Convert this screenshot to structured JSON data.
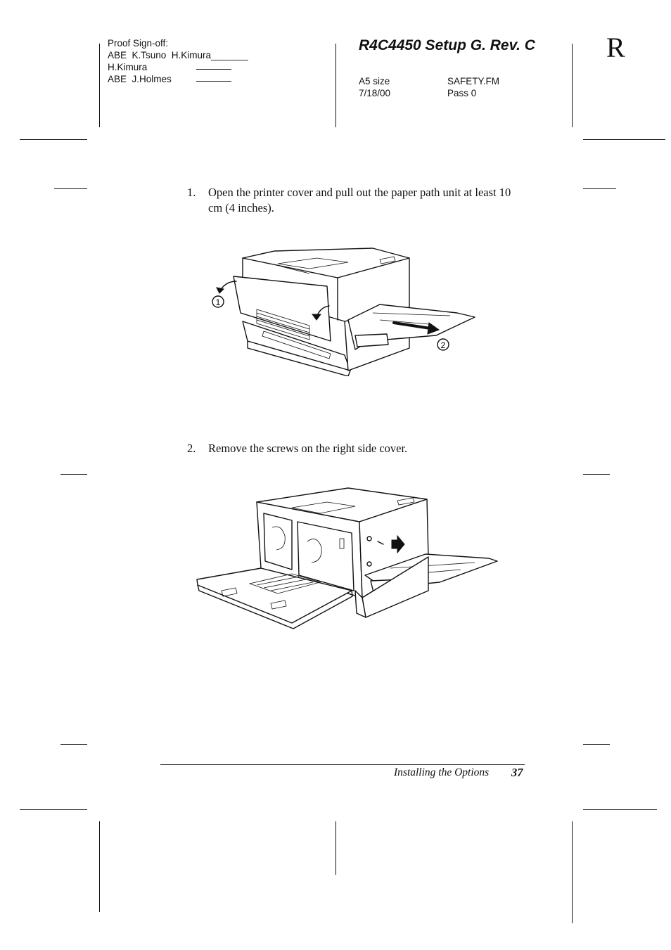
{
  "header": {
    "proof_lines": [
      "Proof Sign-off:",
      "ABE  K.Tsuno  H.Kimura_______",
      "H.Kimura",
      "ABE  J.Holmes"
    ],
    "title": "R4C4450 Setup G. Rev. C",
    "size": "A5 size",
    "file": "SAFETY.FM",
    "date": "7/18/00",
    "pass": "Pass 0",
    "corner_letter": "R"
  },
  "steps": [
    {
      "number": "1.",
      "text": "Open the printer cover and pull out the paper path unit at least 10 cm (4 inches)."
    },
    {
      "number": "2.",
      "text": "Remove the screws on the right side cover."
    }
  ],
  "figure1": {
    "callout_1": "1",
    "callout_2": "2",
    "icons": [
      "printer-illustration",
      "curved-arrow-icon",
      "pull-arrow-icon"
    ]
  },
  "figure2": {
    "icons": [
      "printer-open-illustration",
      "screw-icon",
      "arrow-right-icon"
    ]
  },
  "footer": {
    "section": "Installing the Options",
    "page": "37"
  }
}
